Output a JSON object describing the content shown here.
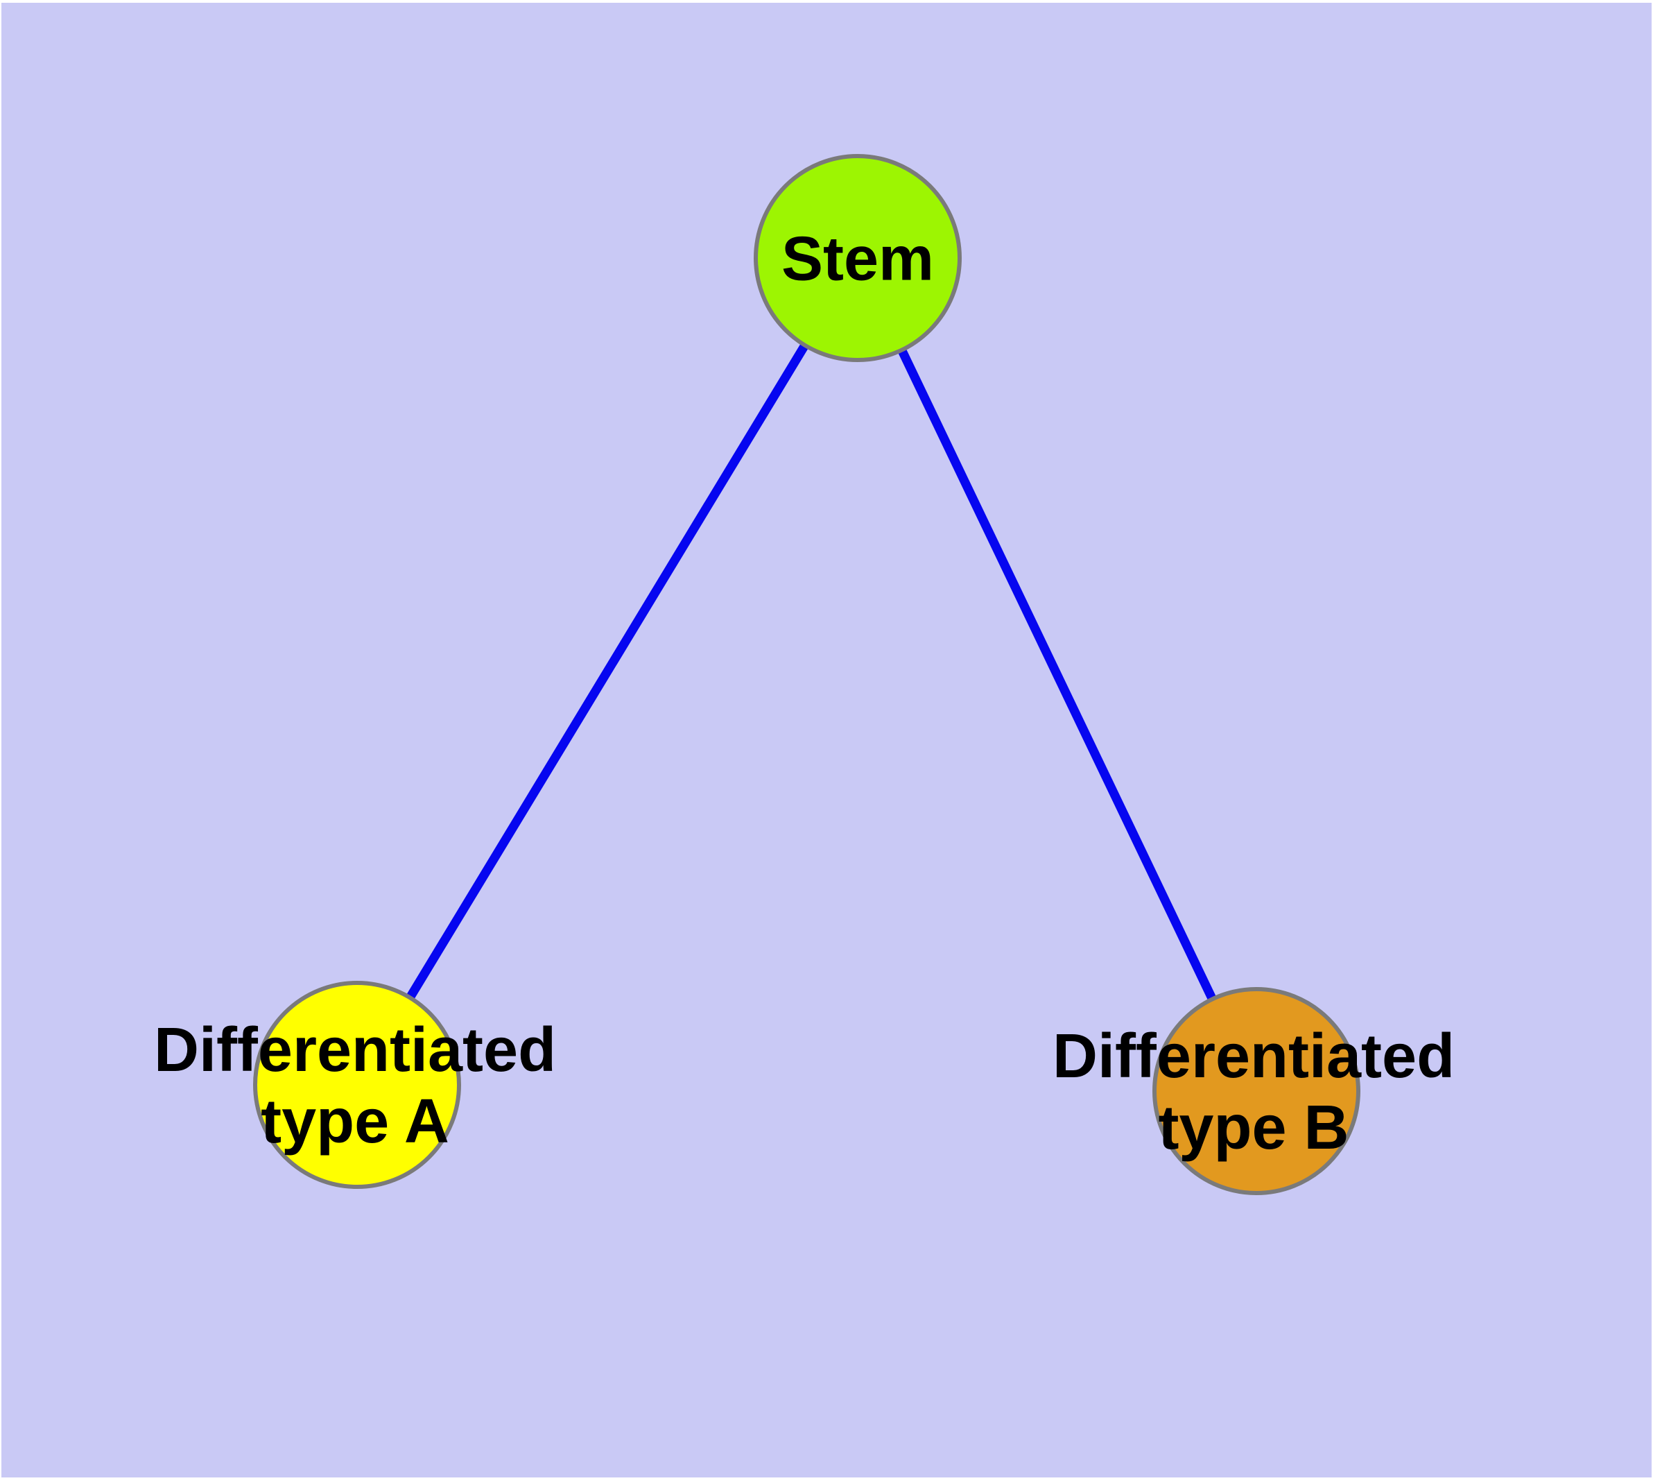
{
  "diagram": {
    "background_color": "#c9c9f5",
    "edge_color": "#0606f0",
    "node_border_color": "#7a7a7a",
    "label_color": "#000000",
    "nodes": [
      {
        "id": "stem",
        "label": "Stem",
        "color": "#9df502"
      },
      {
        "id": "type-a",
        "label": "Differentiated\ntype A",
        "color": "#ffff00"
      },
      {
        "id": "type-b",
        "label": "Differentiated\ntype B",
        "color": "#e2991f"
      }
    ],
    "edges": [
      {
        "from": "stem",
        "to": "type-a"
      },
      {
        "from": "stem",
        "to": "type-b"
      }
    ]
  }
}
